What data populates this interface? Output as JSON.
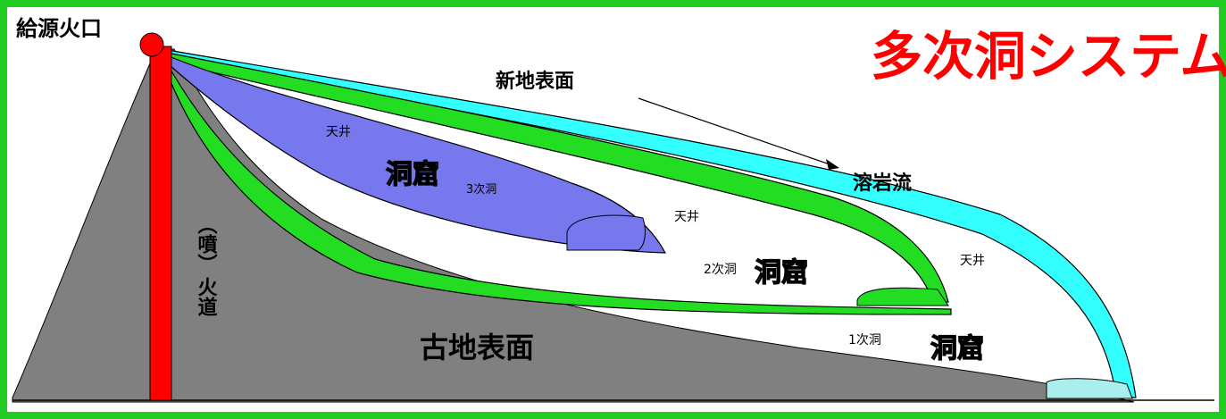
{
  "title": "多次洞システム",
  "labels": {
    "vent": "給源火口",
    "new_surface": "新地表面",
    "lava_flow": "溶岩流",
    "old_surface": "古地表面",
    "conduit_top": "（噴）",
    "conduit_bottom": "火道"
  },
  "caves": [
    {
      "order": "1次洞",
      "cave": "洞窟",
      "ceiling": "天井",
      "color": "#33ffff"
    },
    {
      "order": "2次洞",
      "cave": "洞窟",
      "ceiling": "天井",
      "color": "#22dd22"
    },
    {
      "order": "3次洞",
      "cave": "洞窟",
      "ceiling": "天井",
      "color": "#7777ee"
    }
  ],
  "colors": {
    "frame": "#22cc22",
    "title": "#ff0000",
    "conduit": "#ff0000",
    "old_surface": "#808080",
    "flow_cyan": "#33ffff",
    "flow_green": "#22dd22",
    "flow_purple": "#7777ee"
  }
}
